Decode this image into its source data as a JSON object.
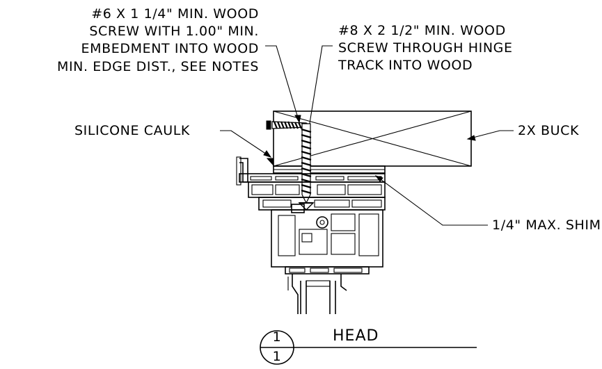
{
  "callouts": {
    "screw_6": [
      "#6 X 1 1/4\" MIN. WOOD",
      "SCREW WITH 1.00\" MIN.",
      "EMBEDMENT INTO WOOD",
      "MIN. EDGE DIST., SEE NOTES"
    ],
    "screw_8": [
      "#8 X 2 1/2\" MIN. WOOD",
      "SCREW THROUGH HINGE",
      "TRACK INTO WOOD"
    ],
    "caulk": "SILICONE CAULK",
    "buck": "2X BUCK",
    "shim": "1/4\" MAX. SHIM"
  },
  "title": {
    "detail_number": "1",
    "sheet_number": "1",
    "name": "HEAD"
  }
}
